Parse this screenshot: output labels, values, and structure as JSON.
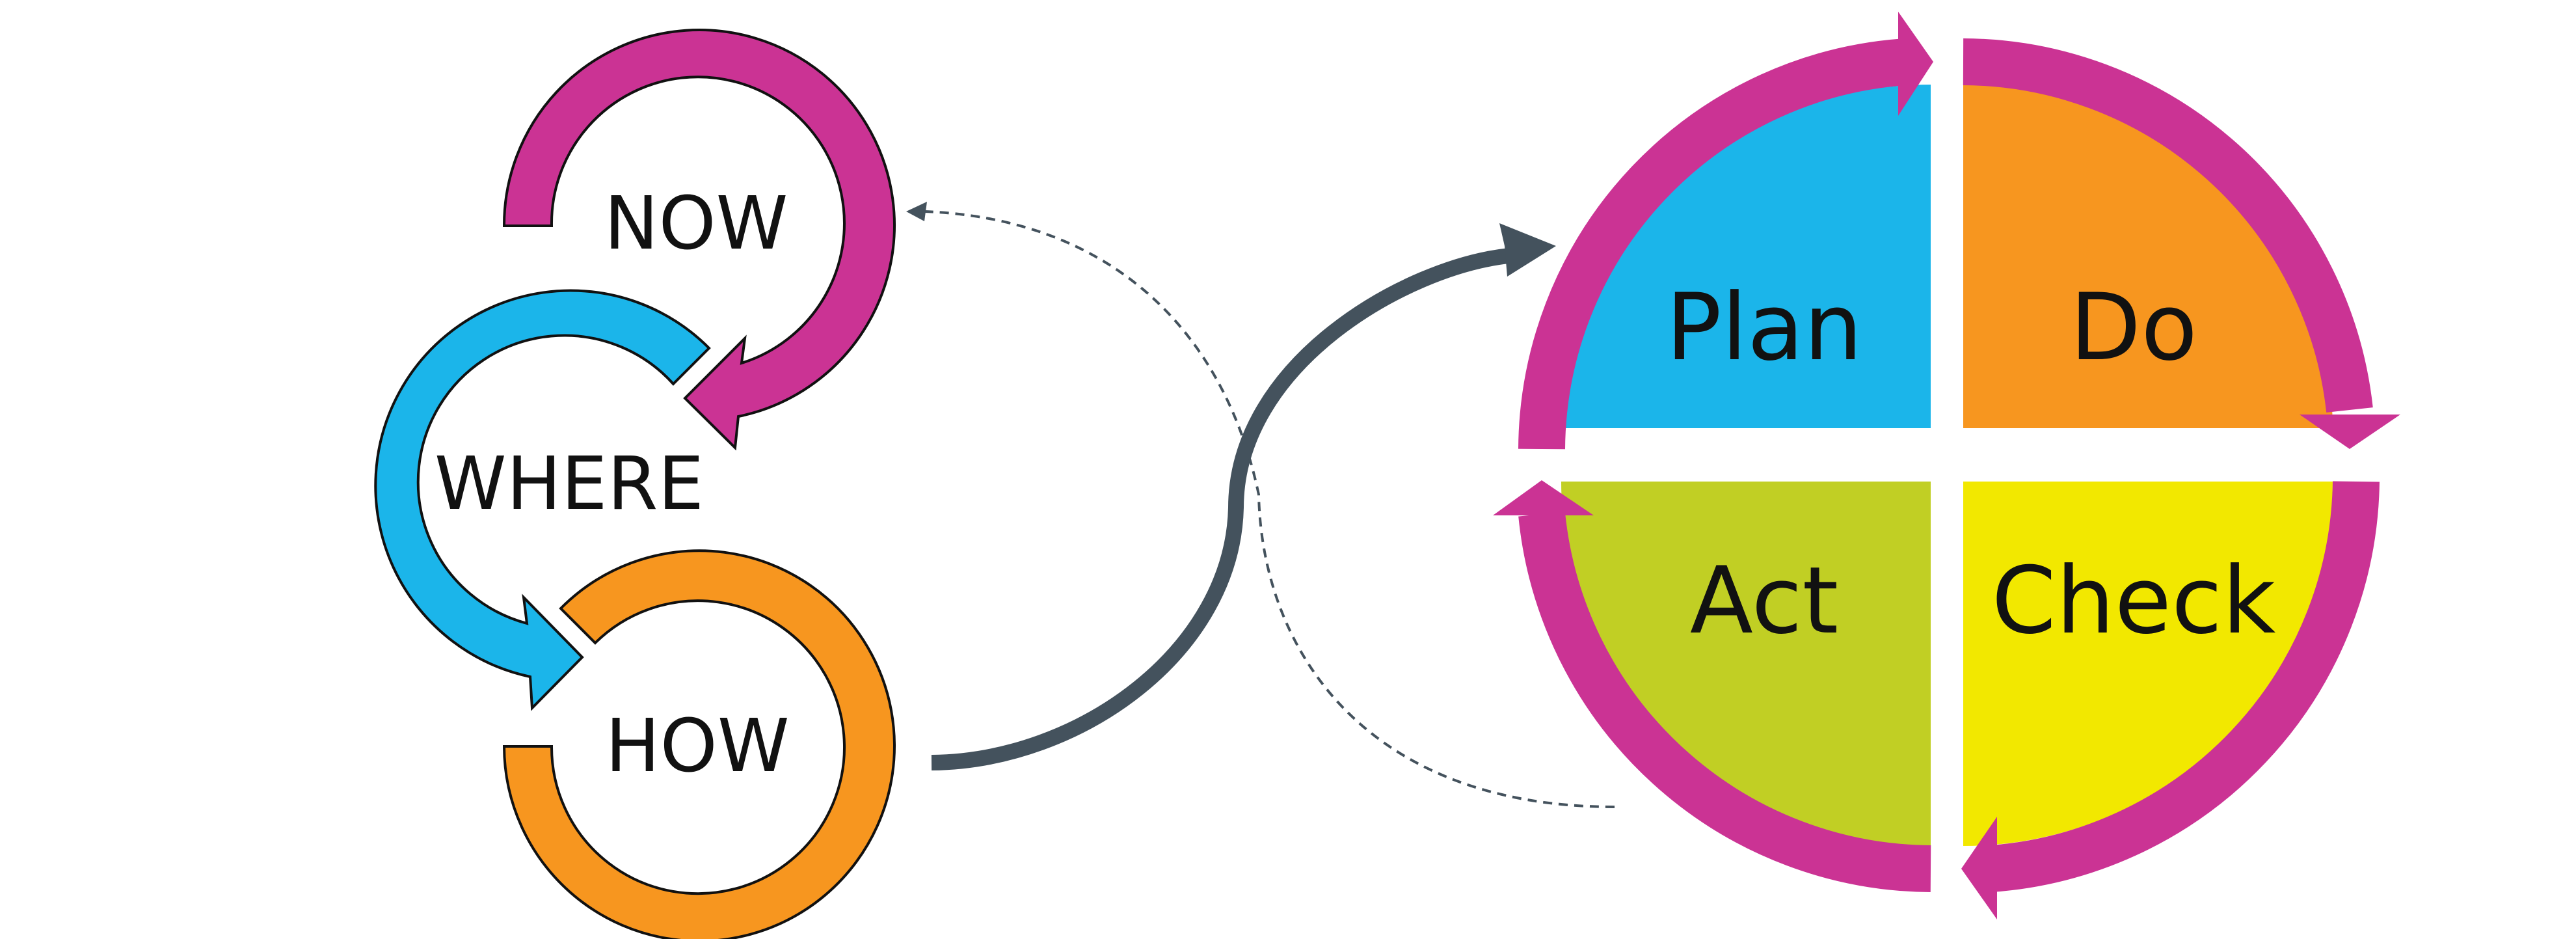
{
  "diagram": {
    "cycle_labels": {
      "now": "NOW",
      "where": "WHERE",
      "how": "HOW"
    },
    "quadrants": {
      "plan": "Plan",
      "do": "Do",
      "check": "Check",
      "act": "Act"
    },
    "colors": {
      "magenta": "#CB3394",
      "blue": "#1BB5EA",
      "orange": "#F7961F",
      "olive": "#C1CF24",
      "yellow": "#F2E800",
      "connector": "#44525D",
      "dashed": "#44525D"
    }
  }
}
